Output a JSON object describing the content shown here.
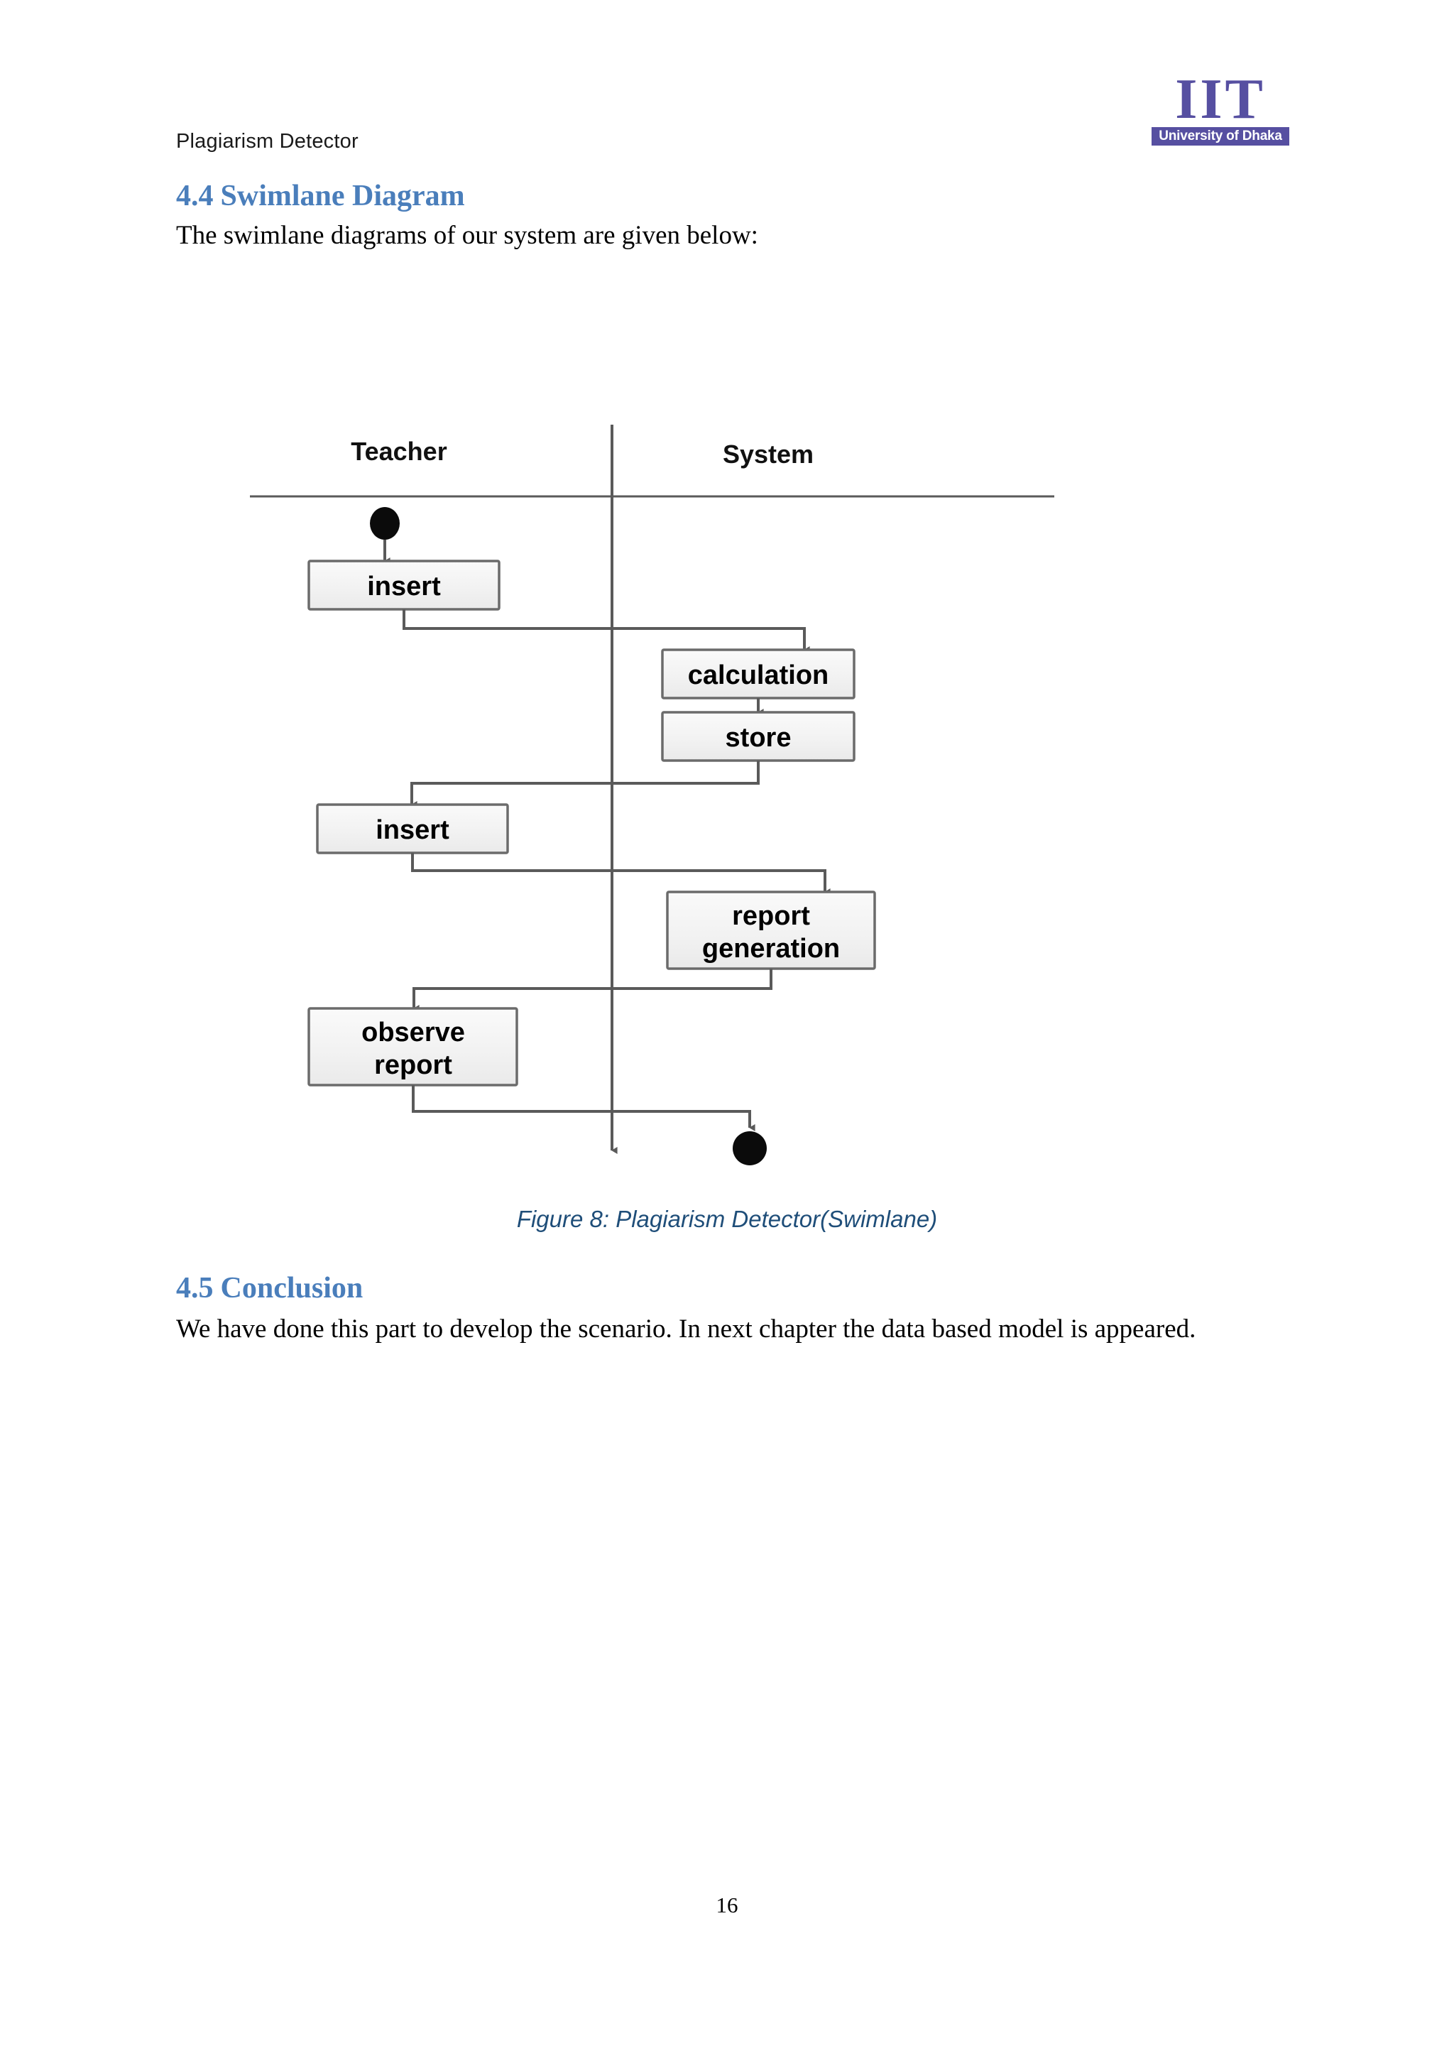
{
  "document": {
    "running_head": "Plagiarism Detector",
    "page_number": "16"
  },
  "logo": {
    "letters": "IIT",
    "subtitle": "University of Dhaka",
    "color": "#564fa1"
  },
  "sections": [
    {
      "number": "4.4",
      "title": "Swimlane Diagram",
      "body": "The swimlane diagrams of our system are given below:"
    },
    {
      "number": "4.5",
      "title": "Conclusion",
      "body": "We have done this part to develop the scenario. In next chapter the data based model is appeared."
    }
  ],
  "figure": {
    "caption": "Figure 8: Plagiarism Detector(Swimlane)",
    "lanes": [
      {
        "name": "Teacher"
      },
      {
        "name": "System"
      }
    ],
    "nodes": [
      {
        "id": "start",
        "type": "initial-node",
        "lane": "Teacher",
        "label": ""
      },
      {
        "id": "insert1",
        "type": "activity",
        "lane": "Teacher",
        "label": "insert"
      },
      {
        "id": "calculation",
        "type": "activity",
        "lane": "System",
        "label": "calculation"
      },
      {
        "id": "store",
        "type": "activity",
        "lane": "System",
        "label": "store"
      },
      {
        "id": "insert2",
        "type": "activity",
        "lane": "Teacher",
        "label": "insert"
      },
      {
        "id": "reportgen",
        "type": "activity",
        "lane": "System",
        "label1": "report",
        "label2": "generation"
      },
      {
        "id": "observe",
        "type": "activity",
        "lane": "Teacher",
        "label1": "observe",
        "label2": "report"
      },
      {
        "id": "end",
        "type": "final-node",
        "lane": "System",
        "label": ""
      }
    ],
    "flows": [
      {
        "from": "start",
        "to": "insert1"
      },
      {
        "from": "insert1",
        "to": "calculation"
      },
      {
        "from": "calculation",
        "to": "store"
      },
      {
        "from": "store",
        "to": "insert2"
      },
      {
        "from": "insert2",
        "to": "reportgen"
      },
      {
        "from": "reportgen",
        "to": "observe"
      },
      {
        "from": "observe",
        "to": "end"
      }
    ],
    "colors": {
      "node_fill": "#f1f1f1",
      "node_stroke": "#6b6b6b",
      "flow_stroke": "#5a5a5a",
      "lane_divider": "#5a5a5a"
    }
  }
}
